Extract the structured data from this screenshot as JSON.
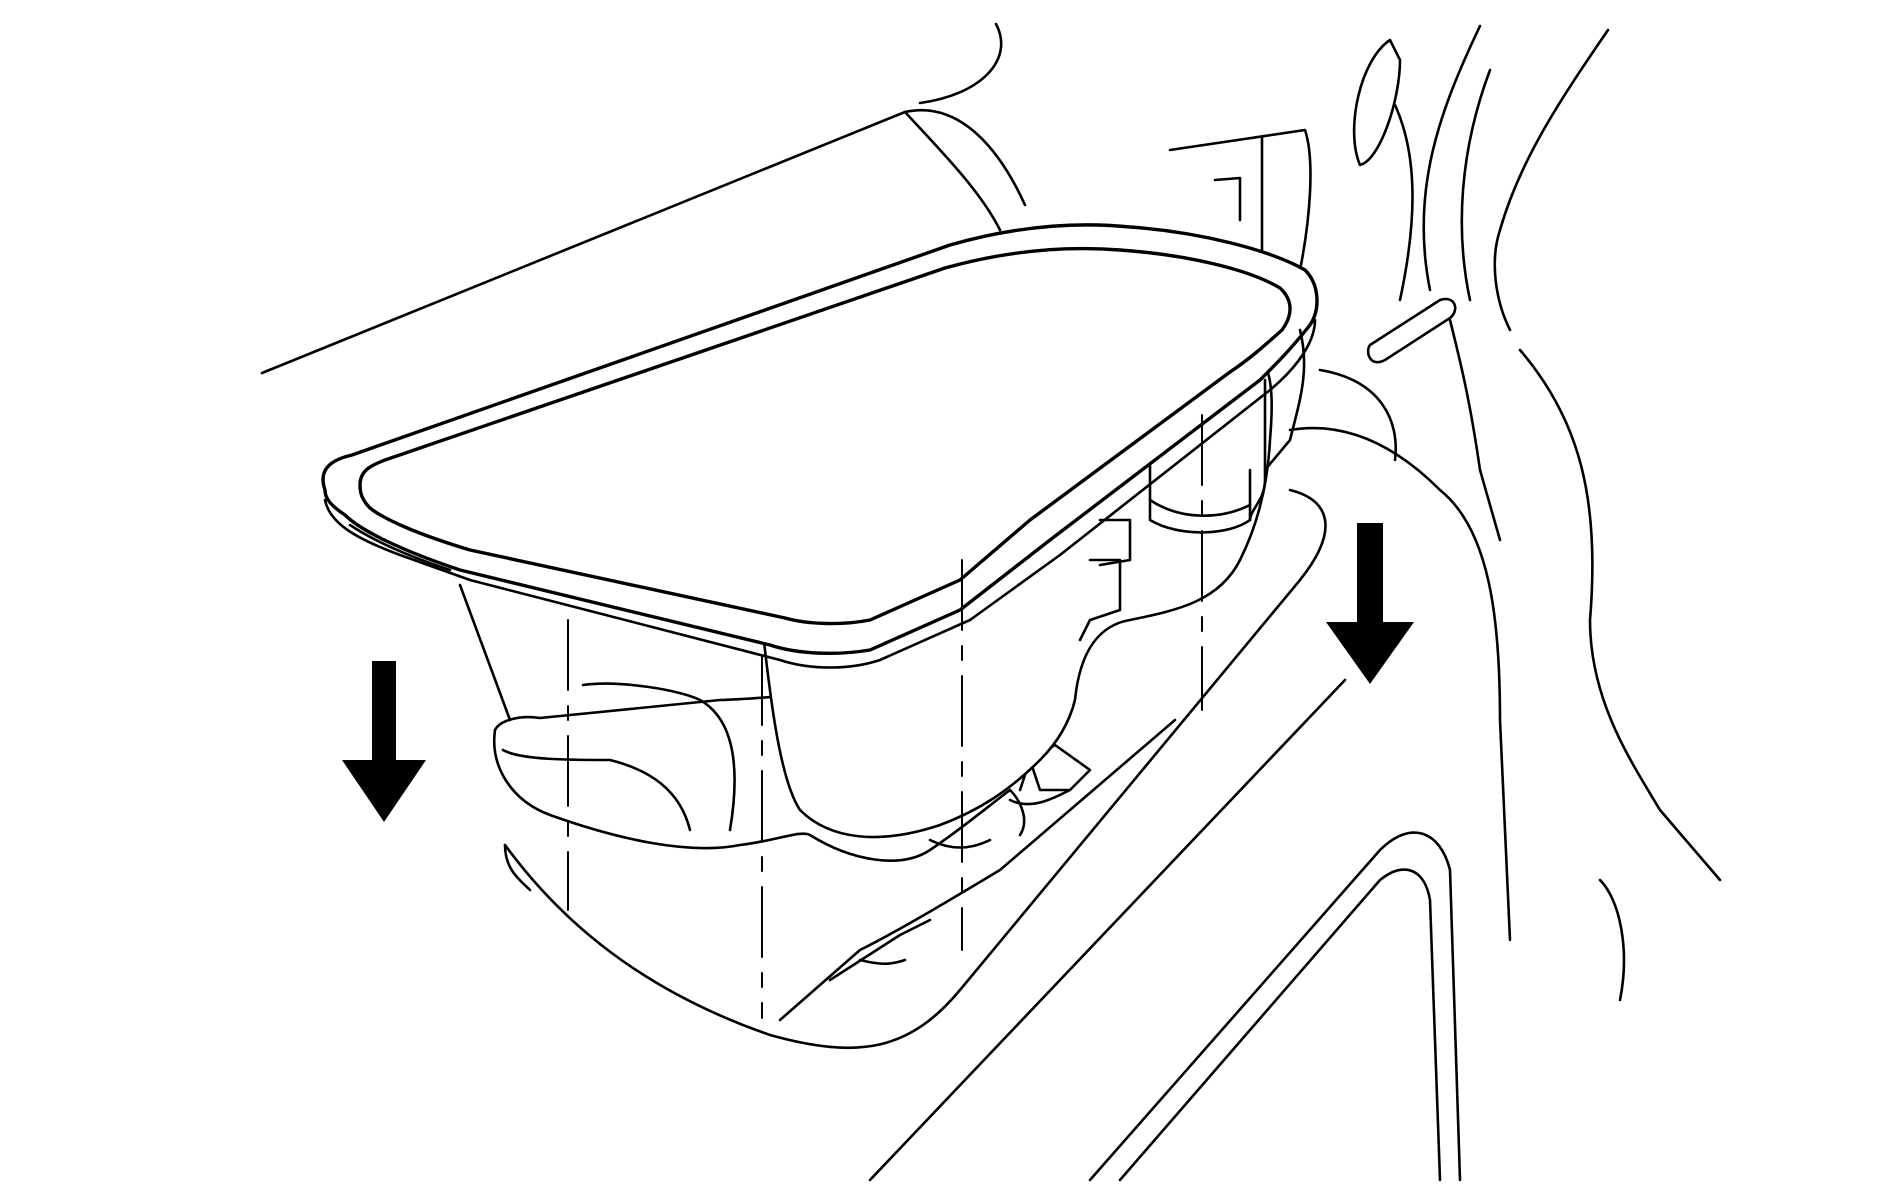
{
  "figure": {
    "description_visible_text": "",
    "colors": {
      "stroke": "#000000",
      "background": "#ffffff"
    },
    "icons": [
      "arrow-down-icon",
      "arrow-down-icon"
    ],
    "arrows": [
      {
        "name": "left-down-arrow",
        "direction": "down"
      },
      {
        "name": "right-down-arrow",
        "direction": "down"
      }
    ]
  }
}
